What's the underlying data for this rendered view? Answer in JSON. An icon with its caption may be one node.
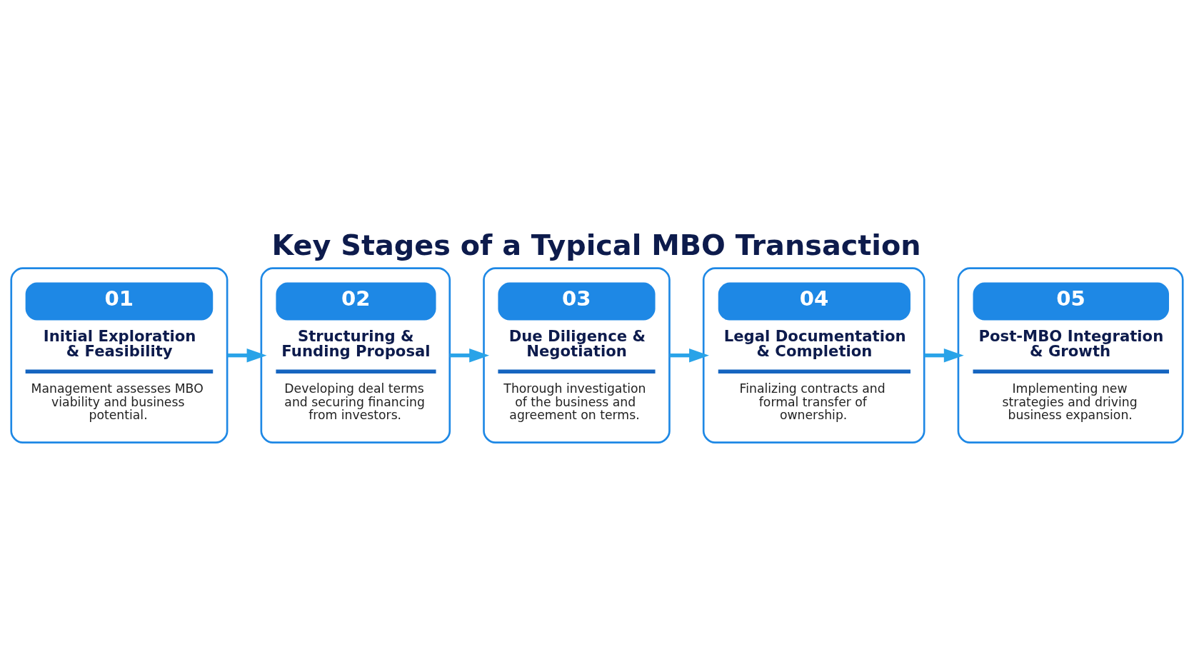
{
  "diagram": {
    "title": "Key Stages of a Typical MBO Transaction",
    "nodes": [
      {
        "text": [
          "01",
          "Initial Exploration & Feasibility",
          "Management assesses MBO viability and business potential."
        ]
      },
      {
        "text": [
          "02",
          "Structuring & Funding Proposal",
          "Developing deal terms and securing financing from investors."
        ]
      },
      {
        "text": [
          "03",
          "Due Diligence & Negotiation",
          "Thorough investigation of the business and agreement on terms."
        ]
      },
      {
        "text": [
          "04",
          "Legal Documentation & Completion",
          "Finalizing contracts and formal transfer of ownership."
        ]
      },
      {
        "text": [
          "05",
          "Post-MBO Integration & Growth",
          "Implementing new strategies and driving business expansion."
        ]
      }
    ],
    "edges": [
      {
        "from": 0,
        "to": 1,
        "arrow": "to"
      },
      {
        "from": 1,
        "to": 2,
        "arrow": "to"
      },
      {
        "from": 2,
        "to": 3,
        "arrow": "to"
      },
      {
        "from": 3,
        "to": 4,
        "arrow": "to"
      }
    ]
  }
}
